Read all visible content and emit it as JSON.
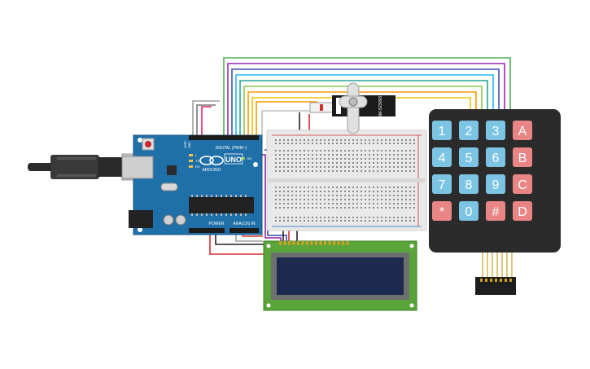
{
  "arduino": {
    "logo_text": "UNO",
    "brand_text": "ARDUINO",
    "digital_label": "DIGITAL (PWM~)",
    "power_label": "POWER",
    "analog_label": "ANALOG IN",
    "aref_label": "AREF",
    "gnd_label": "GND",
    "tx_label": "TX",
    "rx_label": "RX",
    "l_label": "L",
    "on_label": "ON"
  },
  "servo": {
    "model_label": "SM-S2309S"
  },
  "keypad": {
    "keys": [
      {
        "label": "1",
        "kind": "num"
      },
      {
        "label": "2",
        "kind": "num"
      },
      {
        "label": "3",
        "kind": "num"
      },
      {
        "label": "A",
        "kind": "letter"
      },
      {
        "label": "4",
        "kind": "num"
      },
      {
        "label": "5",
        "kind": "num"
      },
      {
        "label": "6",
        "kind": "num"
      },
      {
        "label": "B",
        "kind": "letter"
      },
      {
        "label": "7",
        "kind": "num"
      },
      {
        "label": "8",
        "kind": "num"
      },
      {
        "label": "9",
        "kind": "num"
      },
      {
        "label": "C",
        "kind": "letter"
      },
      {
        "label": "*",
        "kind": "letter"
      },
      {
        "label": "0",
        "kind": "num"
      },
      {
        "label": "#",
        "kind": "letter"
      },
      {
        "label": "D",
        "kind": "letter"
      }
    ]
  },
  "colors": {
    "arduino_board": "#1f6fa8",
    "breadboard": "#e9e9e9",
    "keypad_body": "#2b2b2b",
    "key_num": "#7cc4e4",
    "key_letter": "#e98585",
    "lcd_pcb": "#5aa53a",
    "lcd_screen": "#1b2a4e"
  }
}
